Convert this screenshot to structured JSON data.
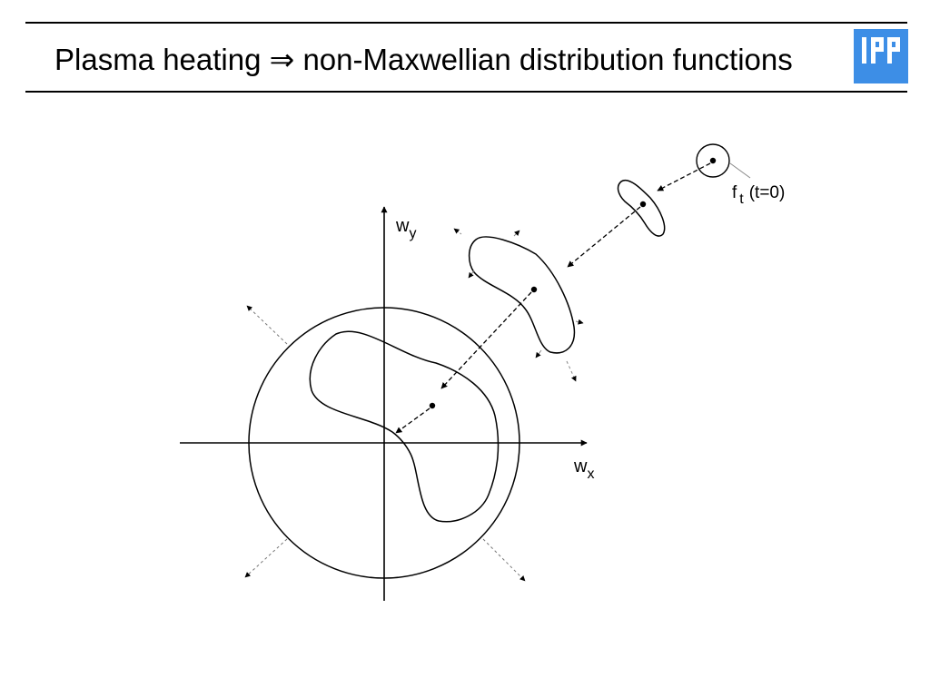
{
  "slide": {
    "title": "Plasma heating ⇒ non-Maxwellian distribution functions",
    "logo_text": "IPP",
    "logo_color": "#3d8ee6"
  },
  "diagram": {
    "axis_x_label": "w",
    "axis_x_sub": "x",
    "axis_y_label": "w",
    "axis_y_sub": "y",
    "initial_label": "f",
    "initial_label_sub": "t",
    "initial_label_suffix": "(t=0)"
  }
}
